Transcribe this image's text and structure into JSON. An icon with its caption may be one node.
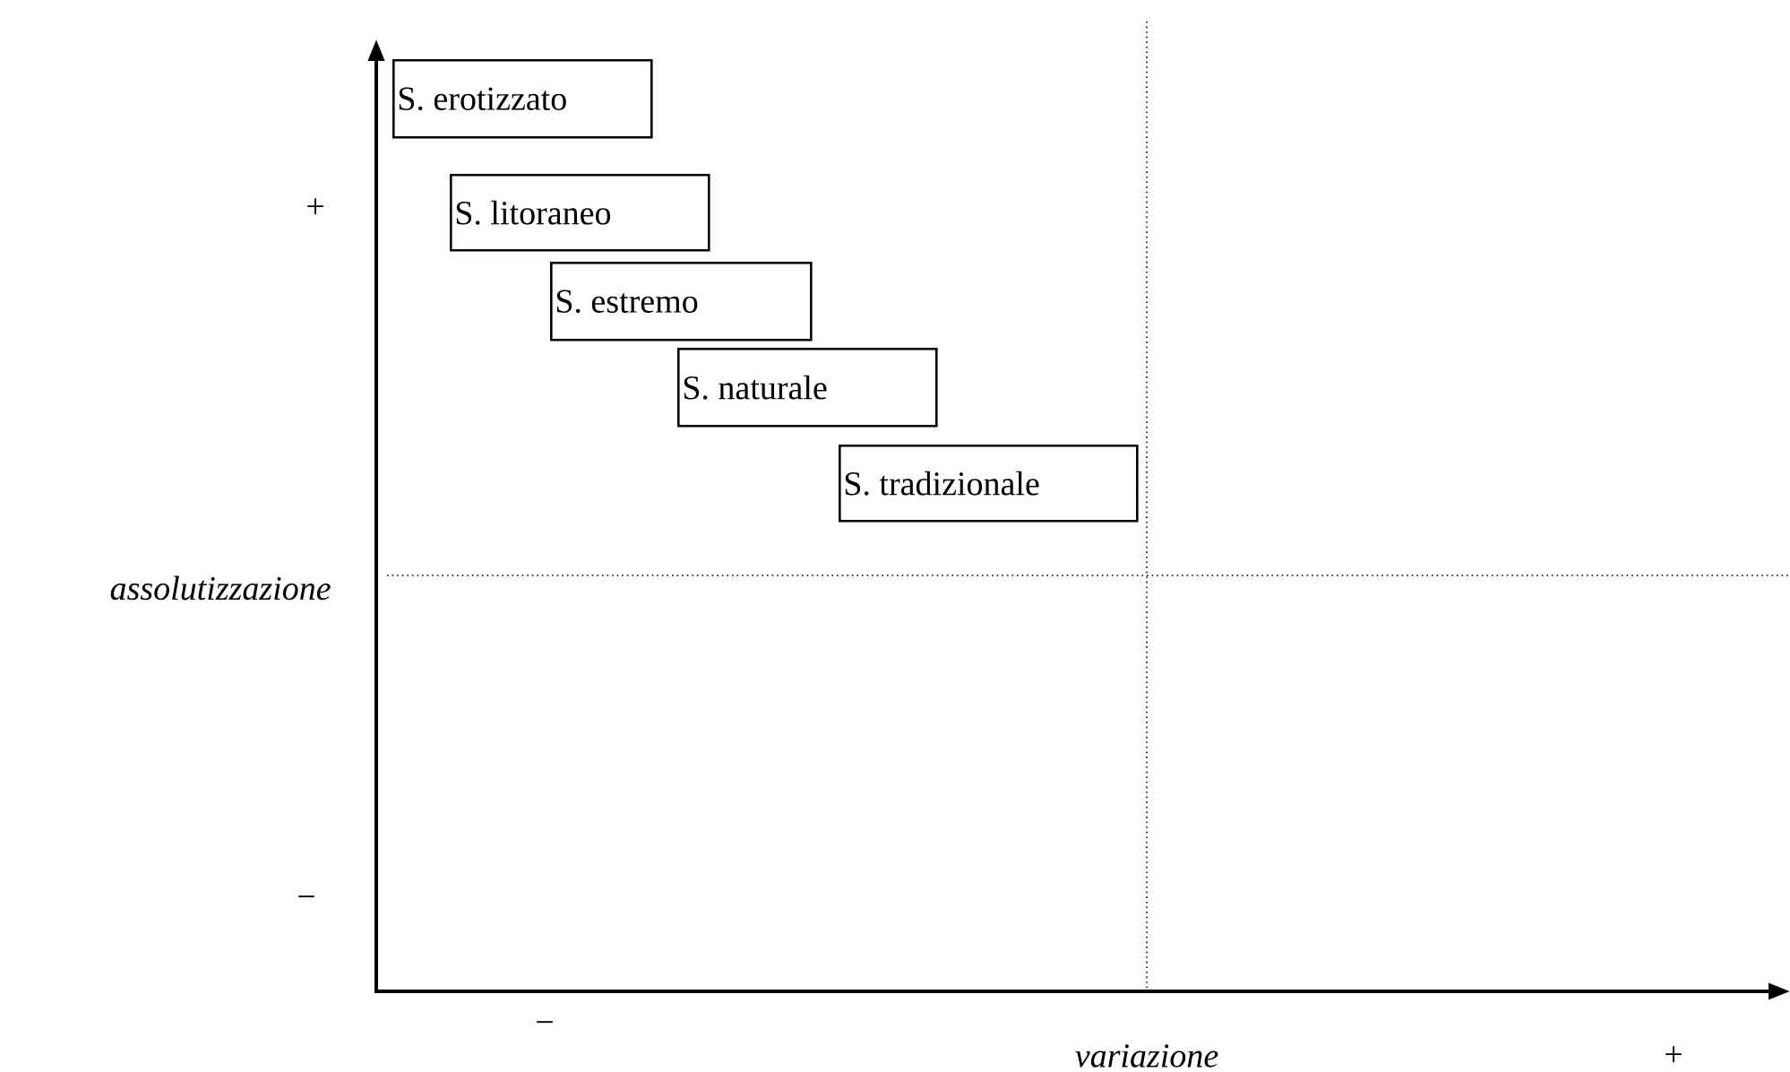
{
  "diagram": {
    "nodes": [
      {
        "text": [
          "S. erotizzato"
        ]
      },
      {
        "text": [
          "S. litoraneo"
        ]
      },
      {
        "text": [
          "S. estremo"
        ]
      },
      {
        "text": [
          "S. naturale"
        ]
      },
      {
        "text": [
          "S. tradizionale"
        ]
      }
    ],
    "labels": [
      "+",
      "assolutizzazione",
      "−",
      "−",
      "variazione",
      "+"
    ]
  }
}
